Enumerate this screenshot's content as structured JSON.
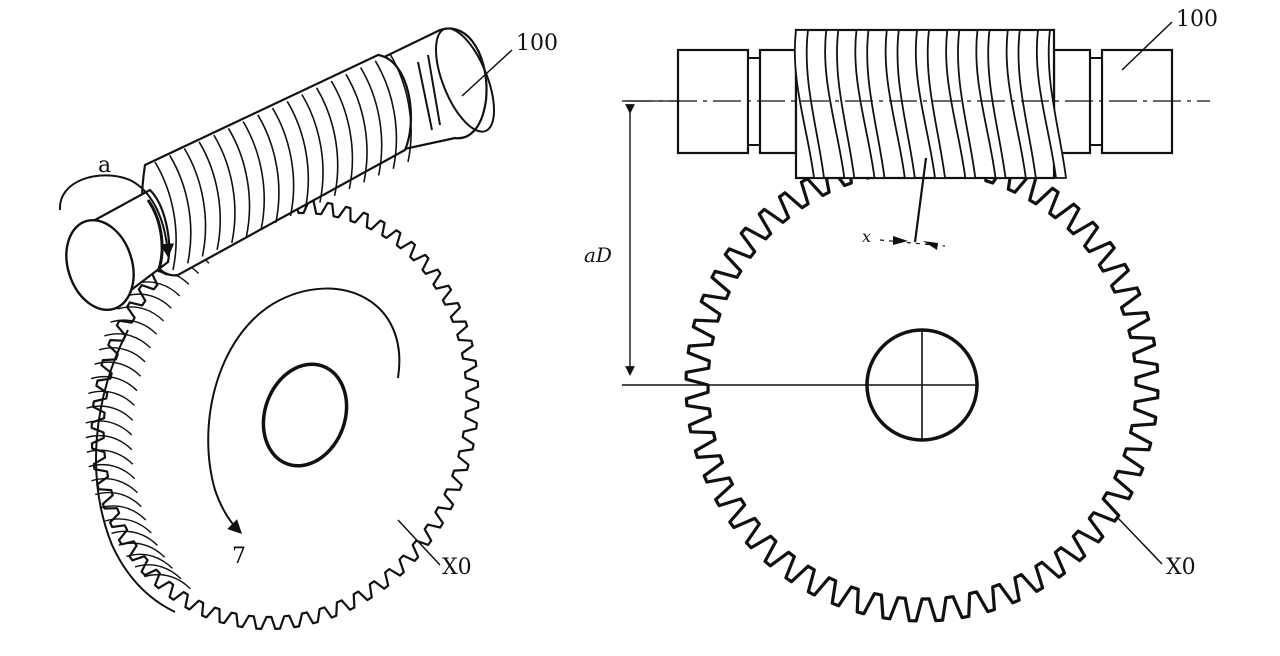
{
  "left_view": {
    "worm_label": "100",
    "wheel_label": "X0",
    "worm_rotation_label": "a",
    "wheel_rotation_label": "7"
  },
  "right_view": {
    "worm_label": "100",
    "wheel_label": "X0",
    "center_distance_label": "aD",
    "offset_label": "x"
  }
}
